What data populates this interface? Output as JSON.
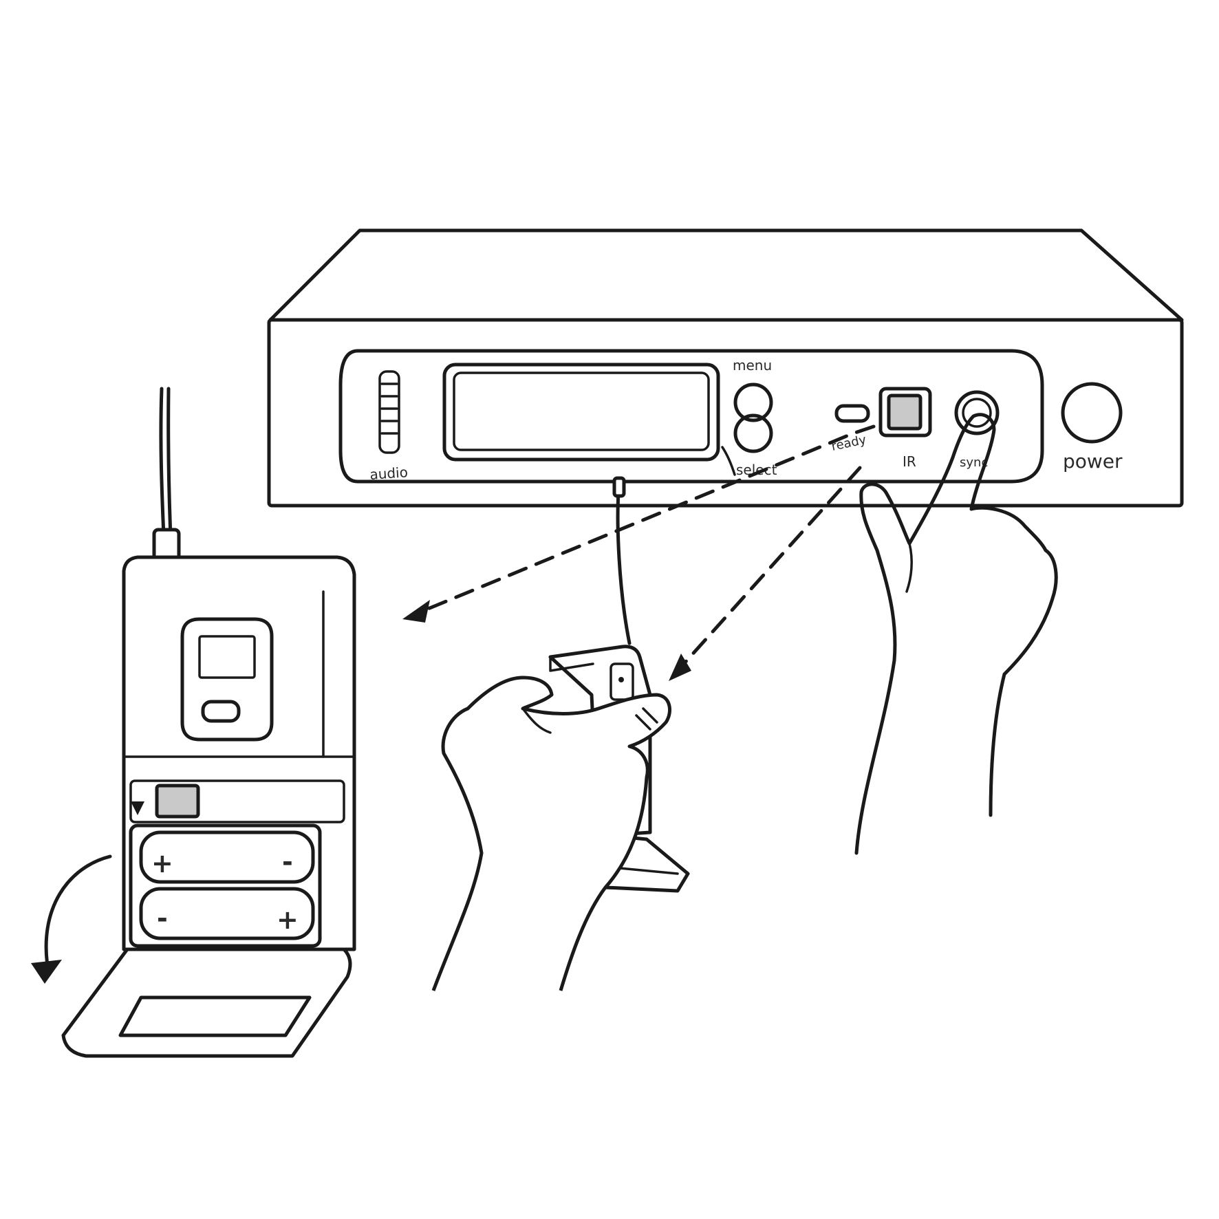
{
  "receiver": {
    "label_audio": "audio",
    "label_menu": "menu",
    "label_select": "select",
    "label_ready": "ready",
    "label_ir": "IR",
    "label_sync": "sync",
    "label_power": "power"
  },
  "bodypack": {
    "battery_top_plus": "+",
    "battery_top_minus": "-",
    "battery_bottom_minus": "-",
    "battery_bottom_plus": "+"
  },
  "colors": {
    "line": "#1a1a1a",
    "button_fill": "#c9c9c9",
    "background": "#ffffff"
  },
  "icons": [
    "curved-arrow-icon",
    "sync-arrow-icon"
  ]
}
